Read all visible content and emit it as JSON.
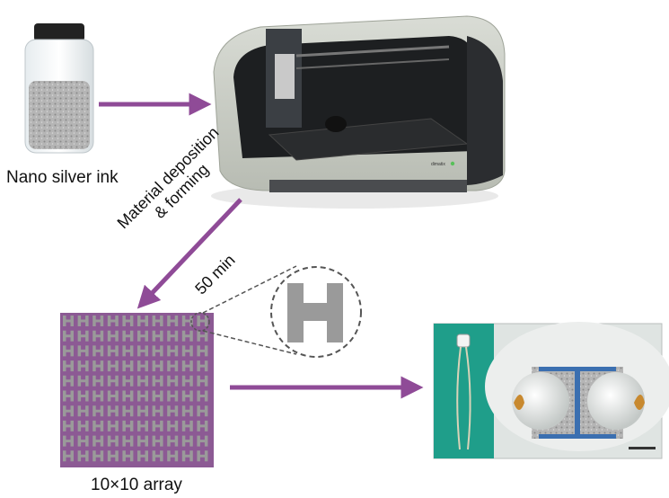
{
  "labels": {
    "ink": "Nano silver ink",
    "process_line1": "Material deposition",
    "process_line2": "& forming",
    "time": "50 min",
    "array": "10×10 array"
  },
  "printer": {
    "brand_mark": "dimatix"
  },
  "array": {
    "rows": 10,
    "cols": 10,
    "fill_color": "#8c5a94",
    "cell_color": "#9a9a9a"
  },
  "colors": {
    "arrow": "#8f4b97",
    "circle_stroke": "#555555",
    "green_bg": "#1f9e8a"
  },
  "icons": [
    "ink-bottle-icon",
    "printer-image",
    "h-sensor-image"
  ]
}
